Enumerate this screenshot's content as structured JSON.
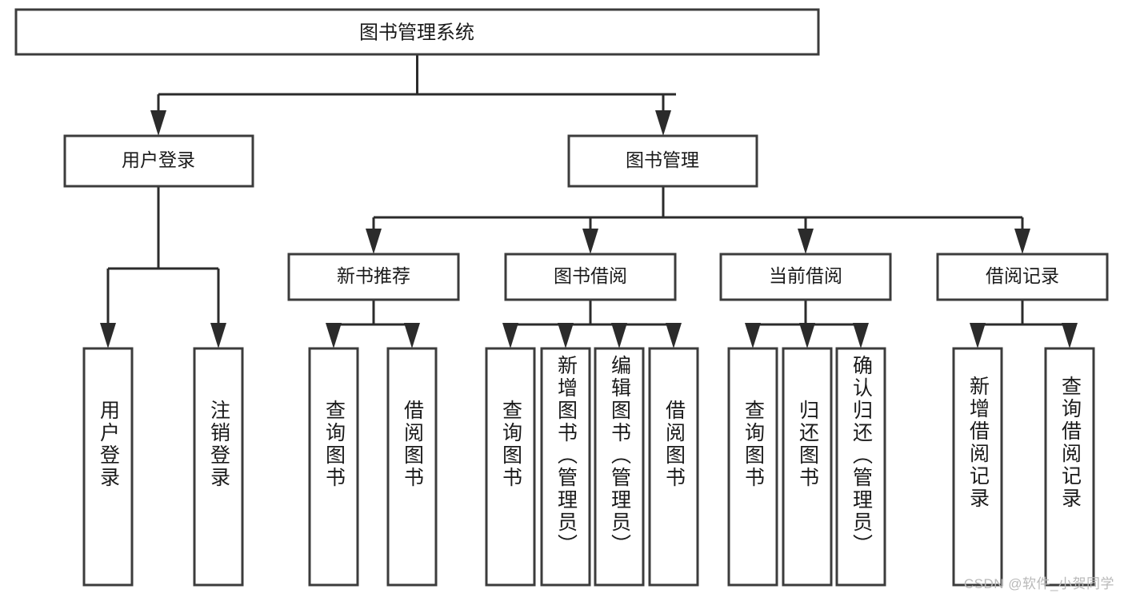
{
  "diagram": {
    "title": "图书管理系统",
    "type": "tree-hierarchy",
    "orientation": "top-down",
    "colors": {
      "box_stroke": "#3c3c3c",
      "box_fill": "#ffffff",
      "connector": "#2b2b2b",
      "text": "#1a1a1a",
      "background": "#ffffff",
      "watermark": "#b9b9b9"
    },
    "root": {
      "label": "图书管理系统"
    },
    "level2": [
      {
        "label": "用户登录"
      },
      {
        "label": "图书管理"
      }
    ],
    "level3": [
      {
        "label": "新书推荐"
      },
      {
        "label": "图书借阅"
      },
      {
        "label": "当前借阅"
      },
      {
        "label": "借阅记录"
      }
    ],
    "leaves": {
      "user_login": [
        {
          "label": "用户登录"
        },
        {
          "label": "注销登录"
        }
      ],
      "new_book_recommend": [
        {
          "label": "查询图书"
        },
        {
          "label": "借阅图书"
        }
      ],
      "book_borrow": [
        {
          "label": "查询图书"
        },
        {
          "label": "新增图书（管理员）"
        },
        {
          "label": "编辑图书（管理员）"
        },
        {
          "label": "借阅图书"
        }
      ],
      "current_borrow": [
        {
          "label": "查询图书"
        },
        {
          "label": "归还图书"
        },
        {
          "label": "确认归还（管理员）"
        }
      ],
      "borrow_record": [
        {
          "label": "新增借阅记录"
        },
        {
          "label": "查询借阅记录"
        }
      ]
    }
  },
  "watermark": {
    "text": "CSDN @软件_小贺同学"
  }
}
